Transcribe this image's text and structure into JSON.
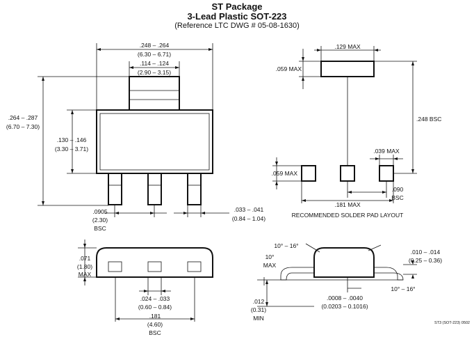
{
  "title": "ST Package",
  "subtitle": "3-Lead Plastic SOT-223",
  "reference": "(Reference LTC DWG # 05-08-1630)",
  "top_view": {
    "width_in": ".248 – .264",
    "width_mm": "(6.30 – 6.71)",
    "tab_in": ".114 – .124",
    "tab_mm": "(2.90 – 3.15)",
    "height_in": ".264 – .287",
    "height_mm": "(6.70 – 7.30)",
    "body_in": ".130 – .146",
    "body_mm": "(3.30 – 3.71)",
    "pitch_in": ".0905",
    "pitch_mm": "(2.30)",
    "pitch_note": "BSC",
    "lead_in": ".033 – .041",
    "lead_mm": "(0.84 – 1.04)"
  },
  "pad_layout": {
    "tab_width": ".129 MAX",
    "tab_height": ".059 MAX",
    "span": ".248 BSC",
    "pad_width": ".039 MAX",
    "pad_height": ".059 MAX",
    "pad_pitch": ".090",
    "pad_pitch_note": "BSC",
    "total": ".181 MAX",
    "caption": "RECOMMENDED SOLDER PAD LAYOUT"
  },
  "front_view": {
    "height_in": ".071",
    "height_mm": "(1.80)",
    "height_note": "MAX",
    "lead_in": ".024 – .033",
    "lead_mm": "(0.60 – 0.84)",
    "span_in": ".181",
    "span_mm": "(4.60)",
    "span_note": "BSC"
  },
  "side_view": {
    "angle_top": "10° – 16°",
    "angle_left_1": "10°",
    "angle_left_2": "MAX",
    "thick_in": ".010 – .014",
    "thick_mm": "(0.25 – 0.36)",
    "angle_right": "10° – 16°",
    "standoff_in": ".012",
    "standoff_mm": "(0.31)",
    "standoff_note": "MIN",
    "foot_in": ".0008 – .0040",
    "foot_mm": "(0.0203 – 0.1016)",
    "code": "ST3 (SOT-223) 0502"
  }
}
